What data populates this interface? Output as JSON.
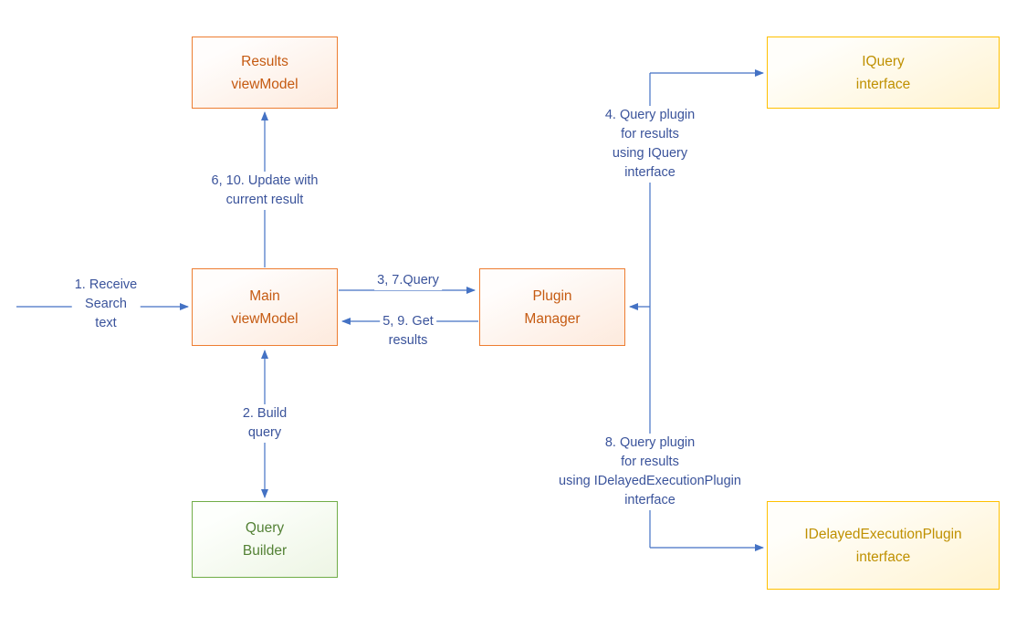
{
  "colors": {
    "connector_line": "#4472C4",
    "connector_label_text": "#3A539B",
    "orange_box_border": "#ED7D31",
    "orange_box_text": "#C55A11",
    "gold_box_border": "#FFC000",
    "gold_box_text": "#BF9000",
    "green_box_border": "#70AD47",
    "green_box_text": "#538135",
    "background": "#FFFFFF"
  },
  "nodes": {
    "results_viewmodel": {
      "label": "Results\nviewModel"
    },
    "iquery_interface": {
      "label": "IQuery\ninterface"
    },
    "main_viewmodel": {
      "label": "Main\nviewModel"
    },
    "plugin_manager": {
      "label": "Plugin\nManager"
    },
    "query_builder": {
      "label": "Query\nBuilder"
    },
    "idelayed_interface": {
      "label": "IDelayedExecutionPlugin\ninterface"
    }
  },
  "edges": {
    "receive_search": {
      "label": "1. Receive\nSearch\ntext"
    },
    "build_query": {
      "label": "2. Build\nquery"
    },
    "query": {
      "label": "3, 7.Query"
    },
    "get_results": {
      "label": "5, 9. Get\nresults"
    },
    "update_result": {
      "label": "6, 10. Update with\ncurrent result"
    },
    "query_iquery": {
      "label": "4. Query plugin\nfor results\nusing IQuery\ninterface"
    },
    "query_idelayed": {
      "label": "8. Query plugin\nfor results\nusing IDelayedExecutionPlugin\ninterface"
    }
  }
}
